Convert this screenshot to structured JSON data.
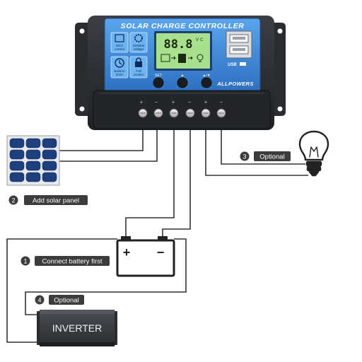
{
  "controller": {
    "title": "SOLAR CHARGE CONTROLLER",
    "brand": "ALLPOWERS",
    "display_value": "88.8",
    "display_unit_v": "V",
    "display_unit_c": "C",
    "usb_label": "USB",
    "icons": [
      {
        "name": "mcu-icon",
        "label_1": "MCU",
        "label_2": "control"
      },
      {
        "name": "settings-icon",
        "label_1": "Settable",
        "label_2": "voltage"
      },
      {
        "name": "clock-icon",
        "label_1": "Build-in",
        "label_2": "timer"
      },
      {
        "name": "lock-icon",
        "label_1": "Full",
        "label_2": "protect"
      }
    ],
    "button_labels": [
      "SET",
      "▲",
      "▲/▼"
    ],
    "terminal_signs": [
      "+",
      "−",
      "+",
      "−",
      "+",
      "−"
    ]
  },
  "steps": [
    {
      "number": "1",
      "text": "Connect battery first"
    },
    {
      "number": "2",
      "text": "Add solar panel"
    },
    {
      "number": "3",
      "text": "Optional"
    },
    {
      "number": "4",
      "text": "Optional"
    }
  ],
  "battery": {
    "plus": "+",
    "minus": "−"
  },
  "inverter": {
    "label": "INVERTER"
  },
  "colors": {
    "controller_body": "#2b2e33",
    "face_blue": "#3a83d6",
    "lcd": "#a8e08e",
    "badge": "#3c3c3c",
    "wire": "#333333"
  }
}
